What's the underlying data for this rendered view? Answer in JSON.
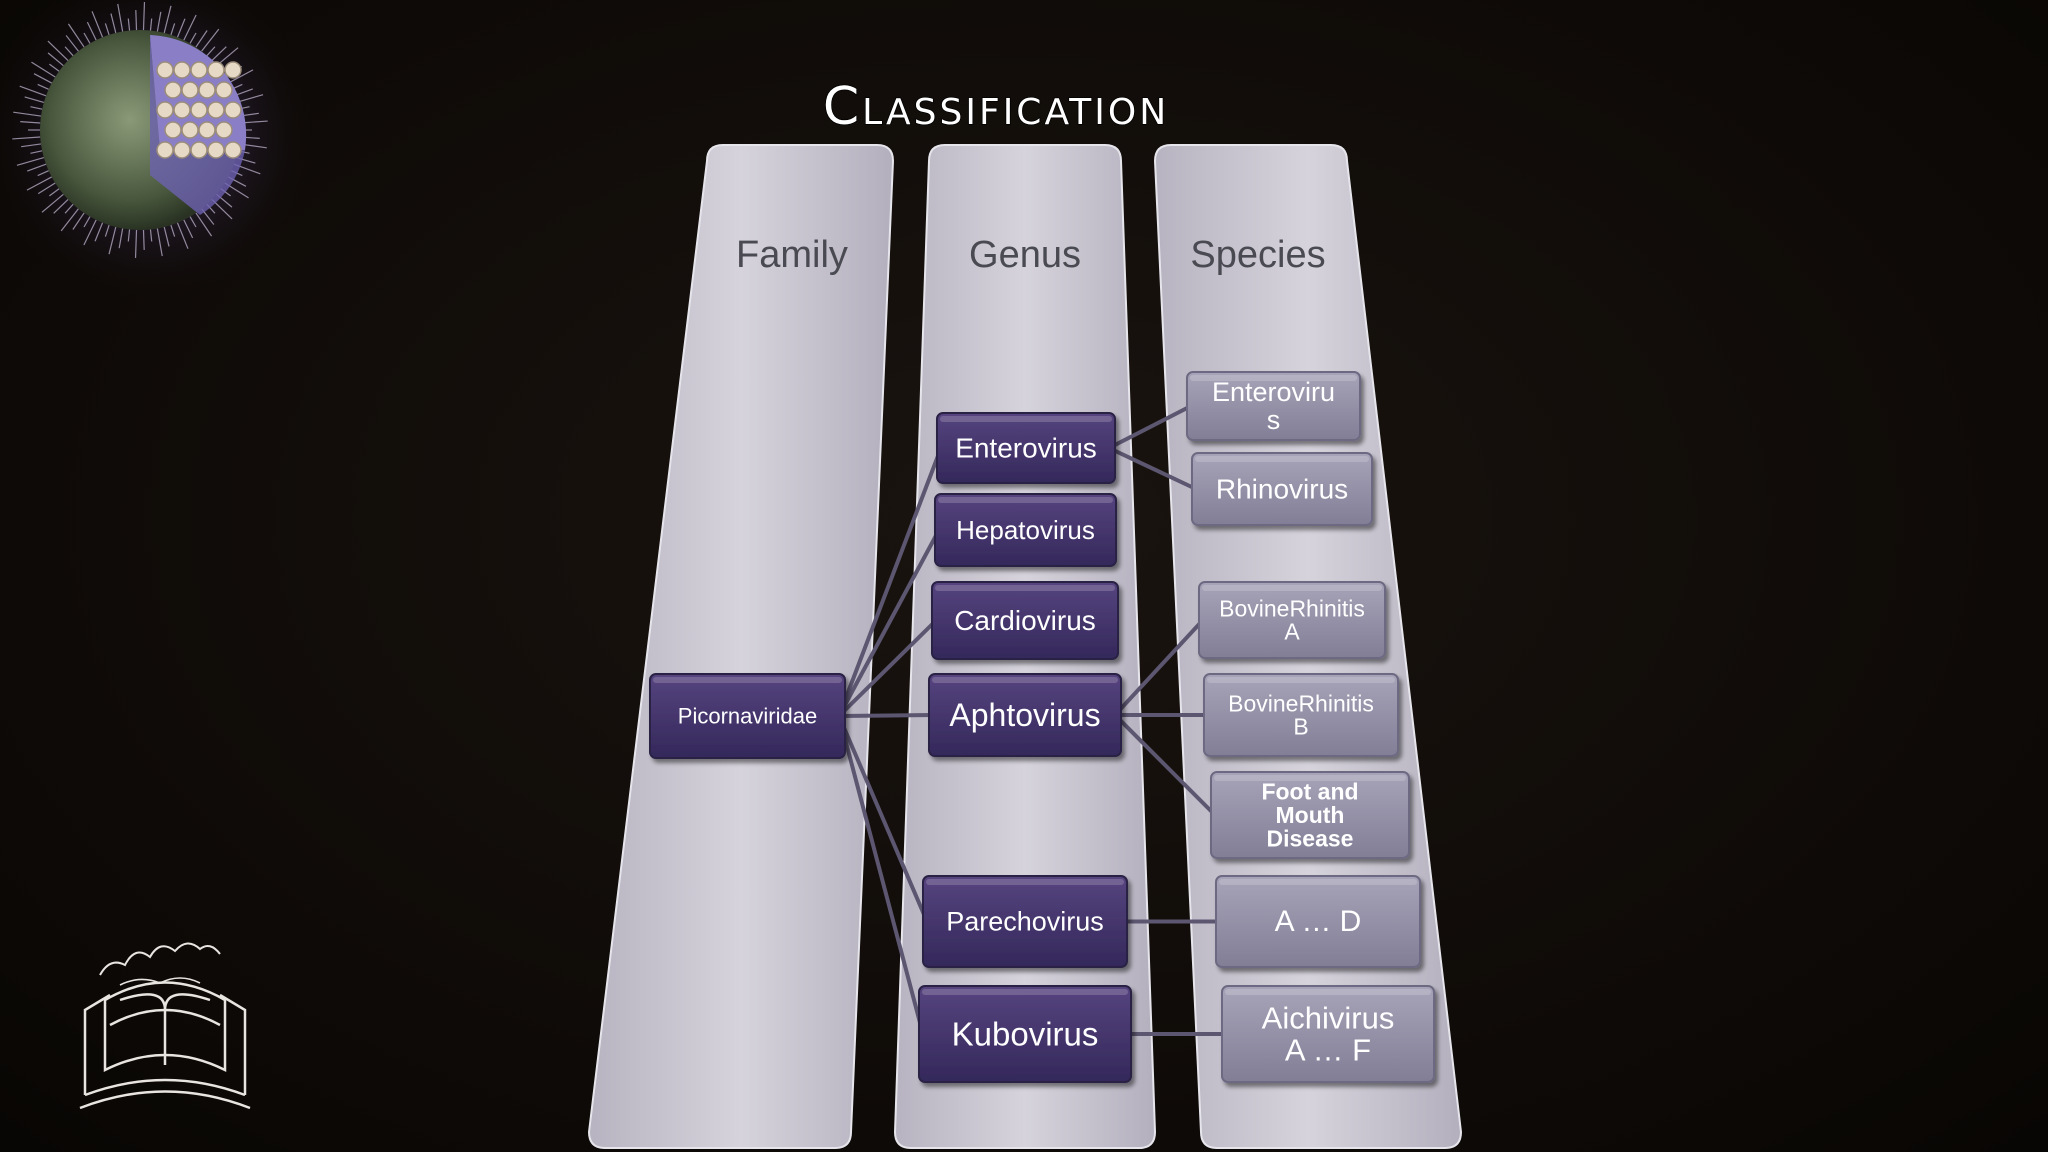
{
  "slide": {
    "title": "Classification"
  },
  "columns": [
    {
      "id": "family",
      "label": "Family"
    },
    {
      "id": "genus",
      "label": "Genus"
    },
    {
      "id": "species",
      "label": "Species"
    }
  ],
  "nodes": {
    "family": [
      {
        "id": "picornaviridae",
        "label": [
          "Picornaviridae"
        ],
        "style": "dark"
      }
    ],
    "genus": [
      {
        "id": "enterovirus",
        "label": [
          "Enterovirus"
        ],
        "style": "dark"
      },
      {
        "id": "hepatovirus",
        "label": [
          "Hepatovirus"
        ],
        "style": "dark"
      },
      {
        "id": "cardiovirus",
        "label": [
          "Cardiovirus"
        ],
        "style": "dark"
      },
      {
        "id": "aphtovirus",
        "label": [
          "Aphtovirus"
        ],
        "style": "dark"
      },
      {
        "id": "parechovirus",
        "label": [
          "Parechovirus"
        ],
        "style": "dark"
      },
      {
        "id": "kubovirus",
        "label": [
          "Kubovirus"
        ],
        "style": "dark"
      }
    ],
    "species": [
      {
        "id": "enterovirus-sp",
        "label": [
          "Enteroviru",
          "s"
        ],
        "style": "light"
      },
      {
        "id": "rhinovirus",
        "label": [
          "Rhinovirus"
        ],
        "style": "light"
      },
      {
        "id": "bovine-a",
        "label": [
          "BovineRhinitis",
          "A"
        ],
        "style": "light"
      },
      {
        "id": "bovine-b",
        "label": [
          "BovineRhinitis",
          "B"
        ],
        "style": "light"
      },
      {
        "id": "fmd",
        "label": [
          "Foot and",
          "Mouth",
          "Disease"
        ],
        "style": "light",
        "bold": true
      },
      {
        "id": "a-d",
        "label": [
          "A … D"
        ],
        "style": "light"
      },
      {
        "id": "aichivirus",
        "label": [
          "Aichivirus",
          "A … F"
        ],
        "style": "light"
      }
    ]
  },
  "edges": [
    [
      "picornaviridae",
      "enterovirus"
    ],
    [
      "picornaviridae",
      "hepatovirus"
    ],
    [
      "picornaviridae",
      "cardiovirus"
    ],
    [
      "picornaviridae",
      "aphtovirus"
    ],
    [
      "picornaviridae",
      "parechovirus"
    ],
    [
      "picornaviridae",
      "kubovirus"
    ],
    [
      "enterovirus",
      "enterovirus-sp"
    ],
    [
      "enterovirus",
      "rhinovirus"
    ],
    [
      "aphtovirus",
      "bovine-a"
    ],
    [
      "aphtovirus",
      "bovine-b"
    ],
    [
      "aphtovirus",
      "fmd"
    ],
    [
      "parechovirus",
      "a-d"
    ],
    [
      "kubovirus",
      "aichivirus"
    ]
  ],
  "colors": {
    "dark_node": "#3e2f63",
    "dark_node_top": "#54427e",
    "light_node": "#8e8aa1",
    "light_node_top": "#a7a3b8",
    "column_fill": "#c9c6d1",
    "edge": "#5c5670"
  },
  "decorations": {
    "virus_graphic": "virus-particle-illustration",
    "logo": "university-emblem-logo"
  }
}
